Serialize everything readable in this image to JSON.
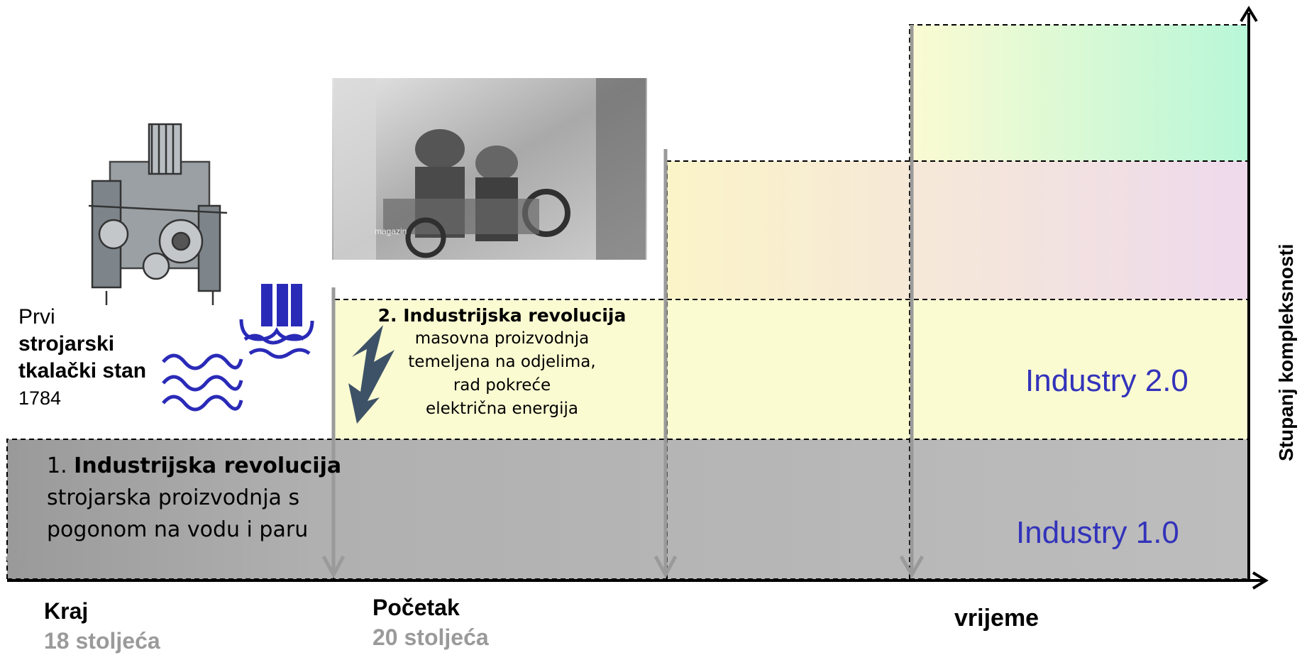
{
  "x_axis_label": "vrijeme",
  "y_axis_label": "Stupanj kompleksnosti",
  "levels": [
    {
      "label": "Industry 1.0",
      "fill": "#b8b8b8"
    },
    {
      "label": "Industry 2.0",
      "fill": "#fbfbd2"
    },
    {
      "label": "",
      "fill_from": "#fbf4c8",
      "fill_to": "#eed9ec"
    },
    {
      "label": "",
      "fill_from": "#fbfbd2",
      "fill_to": "#b8f7d8"
    }
  ],
  "revolution_1": {
    "number": "1.",
    "title": "Industrijska revolucija",
    "text": "strojarska proizvodnja s pogonom na vodu i paru"
  },
  "revolution_2": {
    "title": "2. Industrijska revolucija",
    "lines": [
      "masovna proizvodnja",
      "temeljena na odjelima,",
      "rad pokreće",
      "električna energija"
    ]
  },
  "loom_caption": {
    "prefix": "Prvi",
    "bold_line1": "strojarski",
    "bold_line2": "tkalački stan",
    "year": "1784"
  },
  "photo_watermark": "magazin",
  "eras": [
    {
      "label": "Kraj",
      "sub": "18 stoljeća"
    },
    {
      "label": "Početak",
      "sub": "20 stoljeća"
    }
  ],
  "colors": {
    "accent_blue": "#2a2ab8",
    "lightning": "#3d5266",
    "arrow_gray": "#9a9a9a"
  }
}
